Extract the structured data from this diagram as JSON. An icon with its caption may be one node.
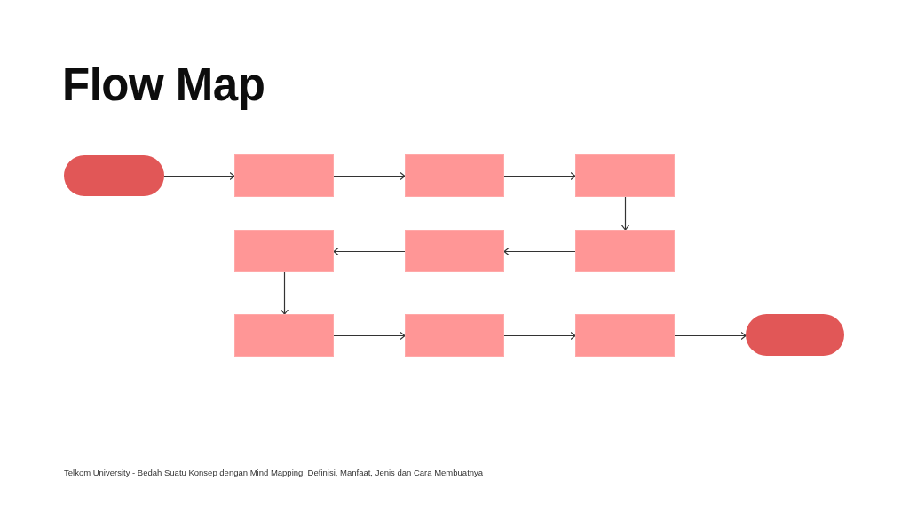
{
  "diagram": {
    "title": "Flow Map",
    "caption": "Telkom University - Bedah Suatu Konsep dengan Mind Mapping: Definisi, Manfaat, Jenis dan Cara Membuatnya",
    "nodes": [
      {
        "text": [],
        "shape": "pill"
      },
      {
        "text": [],
        "shape": "box"
      },
      {
        "text": [],
        "shape": "box"
      },
      {
        "text": [],
        "shape": "box"
      },
      {
        "text": [],
        "shape": "box"
      },
      {
        "text": [],
        "shape": "box"
      },
      {
        "text": [],
        "shape": "box"
      },
      {
        "text": [],
        "shape": "box"
      },
      {
        "text": [],
        "shape": "box"
      },
      {
        "text": [],
        "shape": "box"
      },
      {
        "text": [],
        "shape": "pill"
      }
    ],
    "edges": [
      {
        "from": 0,
        "to": 1,
        "arrow": "to"
      },
      {
        "from": 1,
        "to": 2,
        "arrow": "to"
      },
      {
        "from": 2,
        "to": 3,
        "arrow": "to"
      },
      {
        "from": 3,
        "to": 6,
        "arrow": "to"
      },
      {
        "from": 6,
        "to": 5,
        "arrow": "to"
      },
      {
        "from": 5,
        "to": 4,
        "arrow": "to"
      },
      {
        "from": 4,
        "to": 7,
        "arrow": "to"
      },
      {
        "from": 7,
        "to": 8,
        "arrow": "to"
      },
      {
        "from": 8,
        "to": 9,
        "arrow": "to"
      },
      {
        "from": 9,
        "to": 10,
        "arrow": "to"
      }
    ]
  }
}
